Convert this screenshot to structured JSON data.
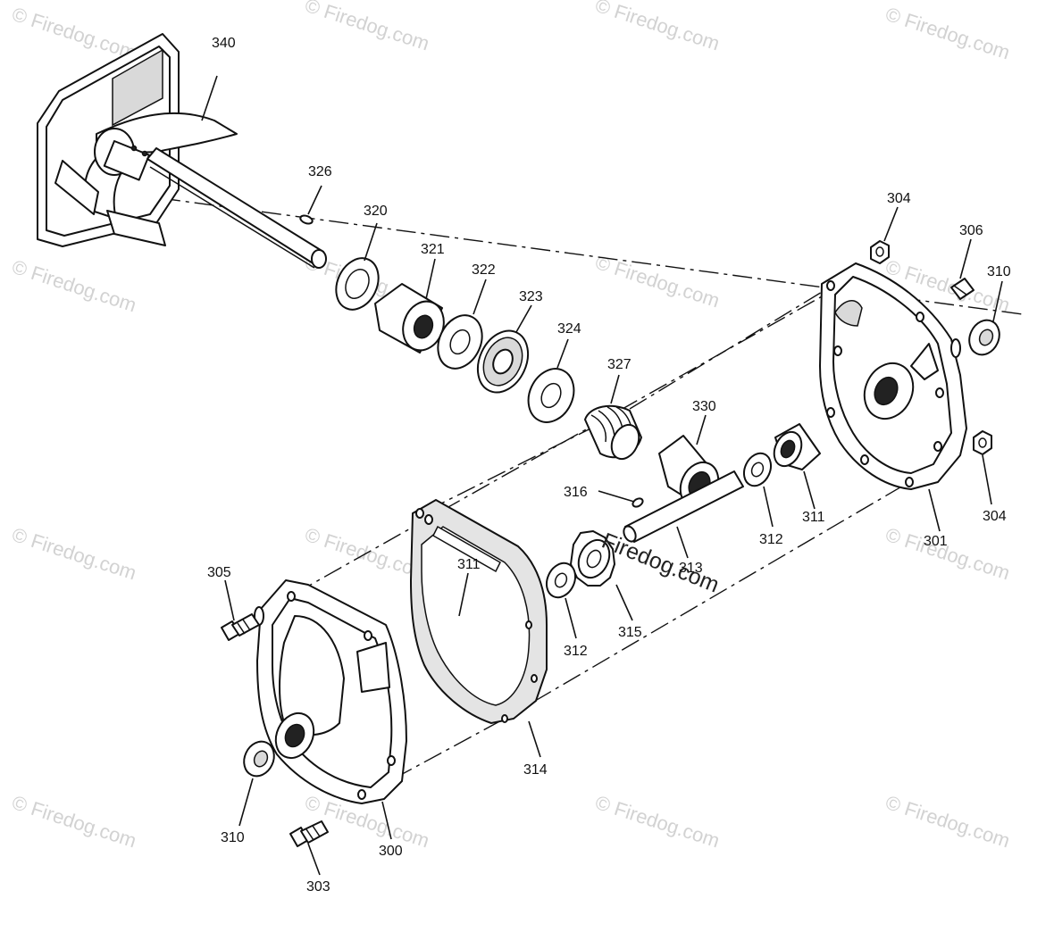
{
  "watermark": {
    "text": "© Firedog.com",
    "center_text": "Firedog.com"
  },
  "callouts": {
    "c340": "340",
    "c326": "326",
    "c320": "320",
    "c321": "321",
    "c322": "322",
    "c323": "323",
    "c324": "324",
    "c327": "327",
    "c330": "330",
    "c304a": "304",
    "c306": "306",
    "c310a": "310",
    "c304b": "304",
    "c301": "301",
    "c311a": "311",
    "c312a": "312",
    "c316": "316",
    "c313": "313",
    "c315": "315",
    "c312b": "312",
    "c311b": "311",
    "c305": "305",
    "c314": "314",
    "c310b": "310",
    "c300": "300",
    "c303": "303"
  }
}
